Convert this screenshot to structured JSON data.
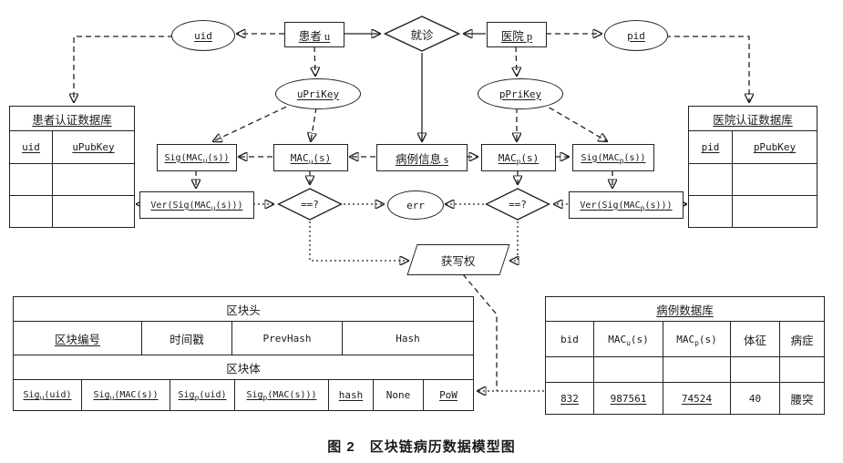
{
  "caption": "图 2　区块链病历数据模型图",
  "nodes": {
    "uid": "uid",
    "patient": "患者 u",
    "visit": "就诊",
    "hospital": "医院 p",
    "pid": "pid",
    "uprikey": "uPriKey",
    "pprikey": "pPriKey",
    "sig_mac_u": "Sig(MAC_{u}(s))",
    "mac_u": "MAC_{u}(s)",
    "case_info": "病例信息 s",
    "mac_p": "MAC_{p}(s)",
    "sig_mac_p": "Sig(MAC_{p}(s))",
    "ver_u": "Ver(Sig(MAC_{u}(s)))",
    "eq_left": "==?",
    "err": "err",
    "eq_right": "==?",
    "ver_p": "Ver(Sig(MAC_{p}(s)))",
    "write_access": "获写权"
  },
  "patient_db": {
    "title": "患者认证数据库",
    "columns": [
      "uid",
      "uPubKey"
    ],
    "rows": [
      [
        "",
        ""
      ],
      [
        "",
        ""
      ]
    ]
  },
  "hospital_db": {
    "title": "医院认证数据库",
    "columns": [
      "pid",
      "pPubKey"
    ],
    "rows": [
      [
        "",
        ""
      ],
      [
        "",
        ""
      ]
    ]
  },
  "block_table": {
    "header_title": "区块头",
    "header_cells": [
      "区块编号",
      "时间戳",
      "PrevHash",
      "Hash"
    ],
    "body_title": "区块体",
    "body_cells": [
      "Sig_{u}(uid)",
      "Sig_{u}(MAC(s))",
      "Sig_{p}(uid)",
      "Sig_{p}(MAC(s)))",
      "hash",
      "None",
      "PoW"
    ]
  },
  "case_db": {
    "title": "病例数据库",
    "columns": [
      "bid",
      "MAC_{u}(s)",
      "MAC_{p}(s)",
      "体征",
      "病症"
    ],
    "empty_row": [
      "",
      "",
      "",
      "",
      ""
    ],
    "row": [
      "832",
      "987561",
      "74524",
      "40",
      "腰突"
    ]
  }
}
